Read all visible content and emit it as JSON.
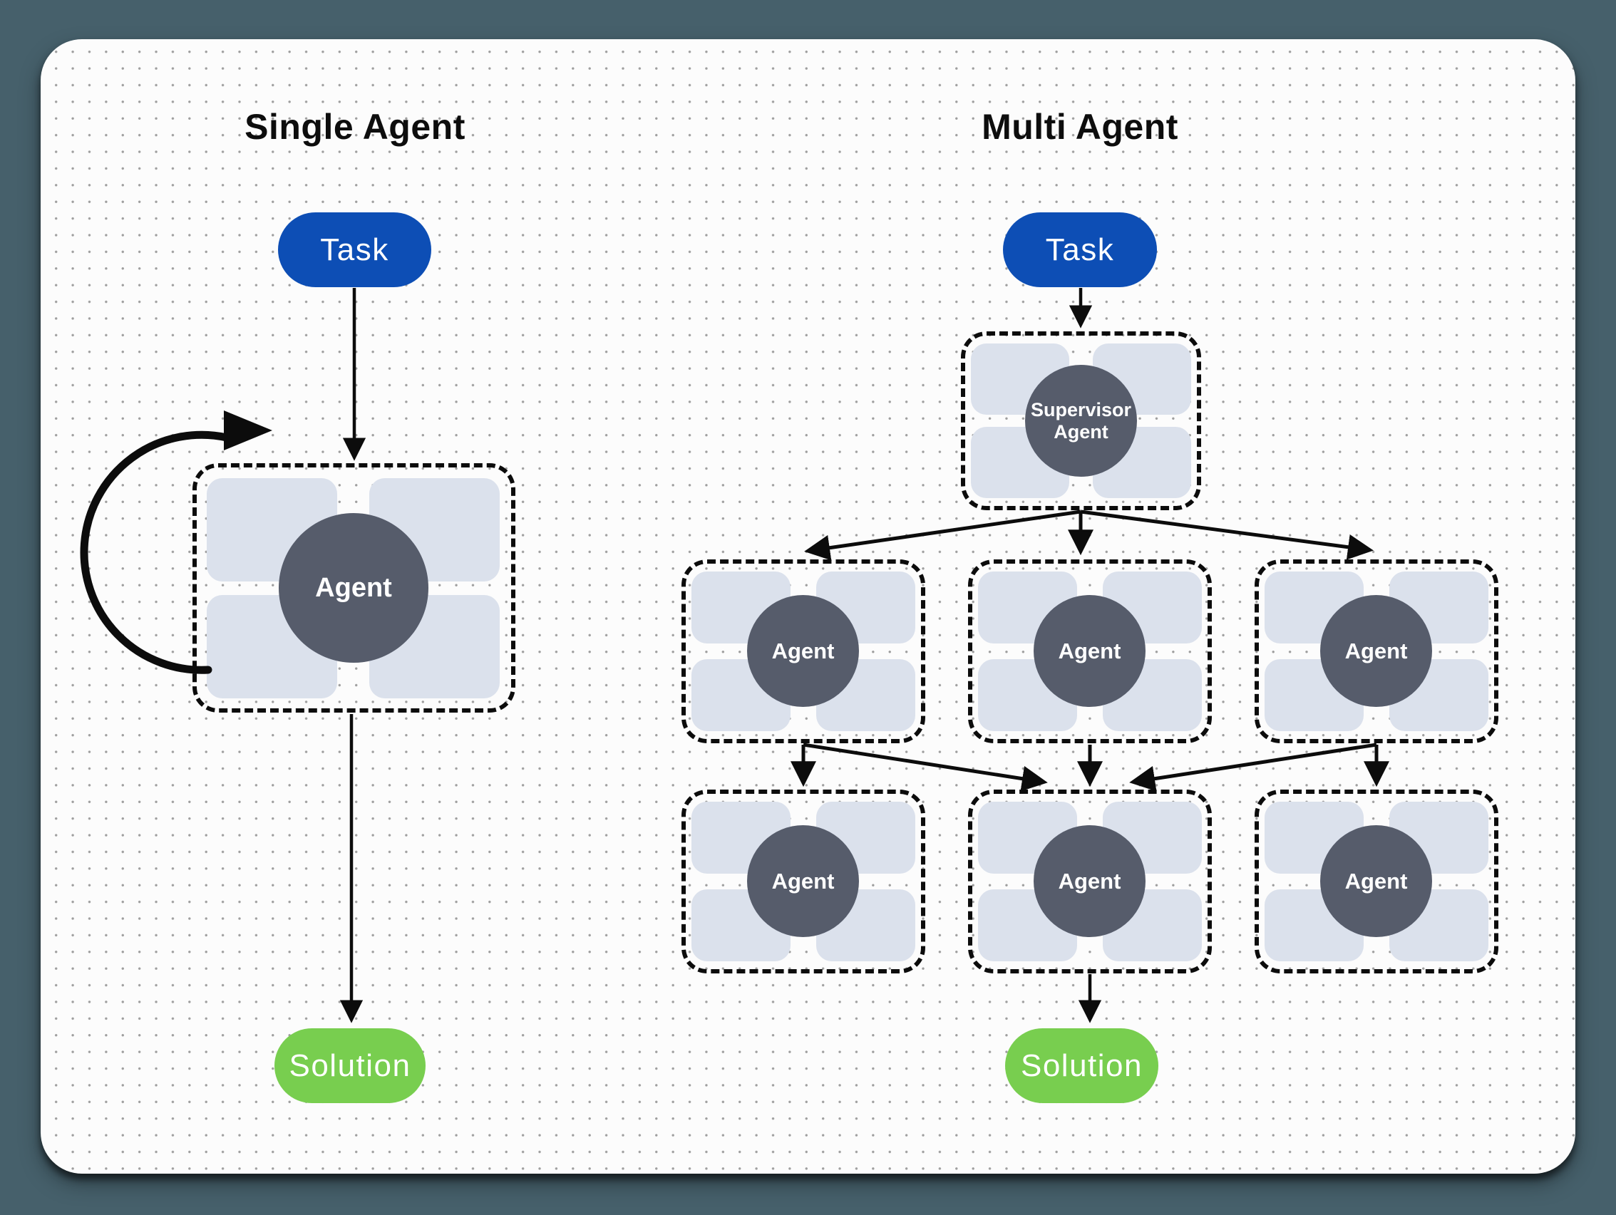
{
  "titles": {
    "single": "Single Agent",
    "multi": "Multi Agent"
  },
  "single": {
    "task_label": "Task",
    "agent_label": "Agent",
    "solution_label": "Solution"
  },
  "multi": {
    "task_label": "Task",
    "supervisor": {
      "line1": "Supervisor",
      "line2": "Agent"
    },
    "row1": [
      {
        "label": "Agent"
      },
      {
        "label": "Agent"
      },
      {
        "label": "Agent"
      }
    ],
    "row2": [
      {
        "label": "Agent"
      },
      {
        "label": "Agent"
      },
      {
        "label": "Agent"
      }
    ],
    "solution_label": "Solution"
  },
  "colors": {
    "page_background": "#46606b",
    "card_background": "#fcfcfc",
    "dot_grid": "#9e9e9e",
    "task_pill": "#0d4eb5",
    "solution_pill": "#78ce4f",
    "agent_circle": "#565c6b",
    "tool_tile": "#dbe1ec",
    "arrow": "#0c0c0c",
    "title_text": "#0d0d0d"
  }
}
